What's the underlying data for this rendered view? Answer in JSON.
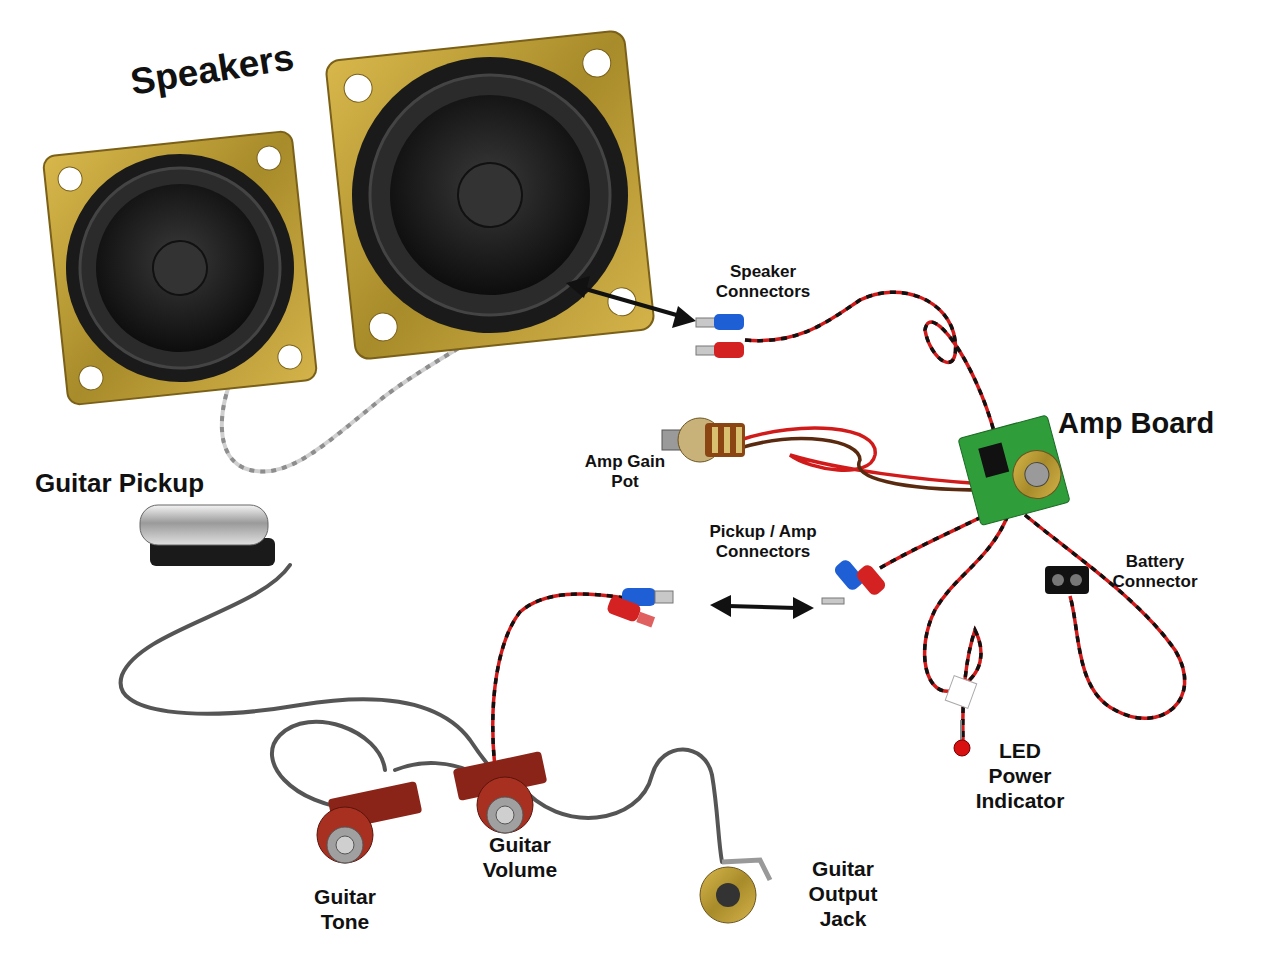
{
  "diagram": {
    "labels": [
      "Speakers",
      "Speaker Connectors",
      "Amp Gain Pot",
      "Amp Board",
      "Guitar Pickup",
      "Pickup / Amp Connectors",
      "Battery Connector",
      "LED Power Indicator",
      "Guitar Tone",
      "Guitar Volume",
      "Guitar Output Jack"
    ]
  }
}
